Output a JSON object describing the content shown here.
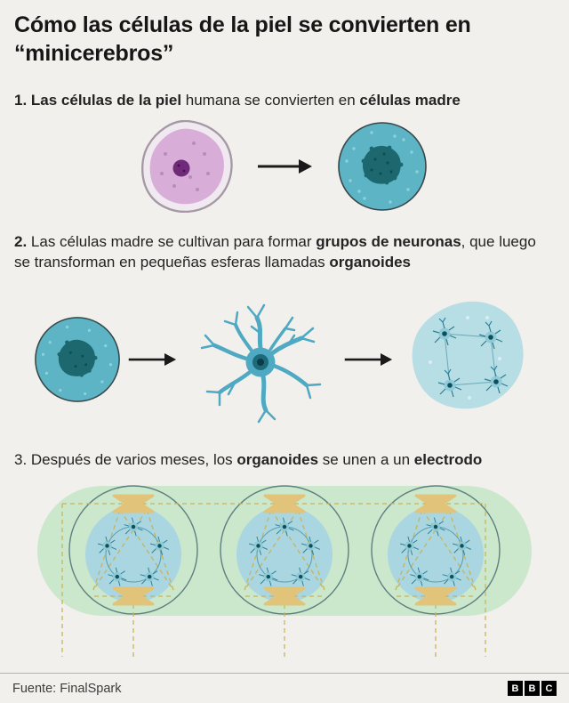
{
  "title": "Cómo las células de la piel se convierten en “minicerebros”",
  "steps": [
    {
      "segments": [
        {
          "text": "1. Las células de la piel",
          "bold": true
        },
        {
          "text": " humana se convierten en ",
          "bold": false
        },
        {
          "text": "células madre",
          "bold": true
        }
      ]
    },
    {
      "segments": [
        {
          "text": "2.",
          "bold": true
        },
        {
          "text": " Las células madre se cultivan para formar ",
          "bold": false
        },
        {
          "text": "grupos de neuronas",
          "bold": true
        },
        {
          "text": ", que luego se transforman en pequeñas esferas llamadas ",
          "bold": false
        },
        {
          "text": "organoides",
          "bold": true
        }
      ]
    },
    {
      "segments": [
        {
          "text": "3. Después de varios meses, los ",
          "bold": false
        },
        {
          "text": "organoides",
          "bold": true
        },
        {
          "text": " se unen a un ",
          "bold": false
        },
        {
          "text": "electrodo",
          "bold": true
        }
      ]
    }
  ],
  "footer": {
    "source": "Fuente: FinalSpark",
    "logo": [
      "B",
      "B",
      "C"
    ]
  },
  "colors": {
    "background": "#f2f0ed",
    "skin_cell": "#d8aed8",
    "skin_nucleus": "#6f2b79",
    "stem_cell": "#5cb4c5",
    "stem_nucleus": "#1d686e",
    "neuron": "#4fa9c2",
    "organoid_blob": "#b7dde5",
    "pill_green": "#cbe8cd",
    "electrode_tan": "#e1c37a",
    "dashed_olive": "#c9b35c",
    "arrow_black": "#1a1a1a"
  }
}
